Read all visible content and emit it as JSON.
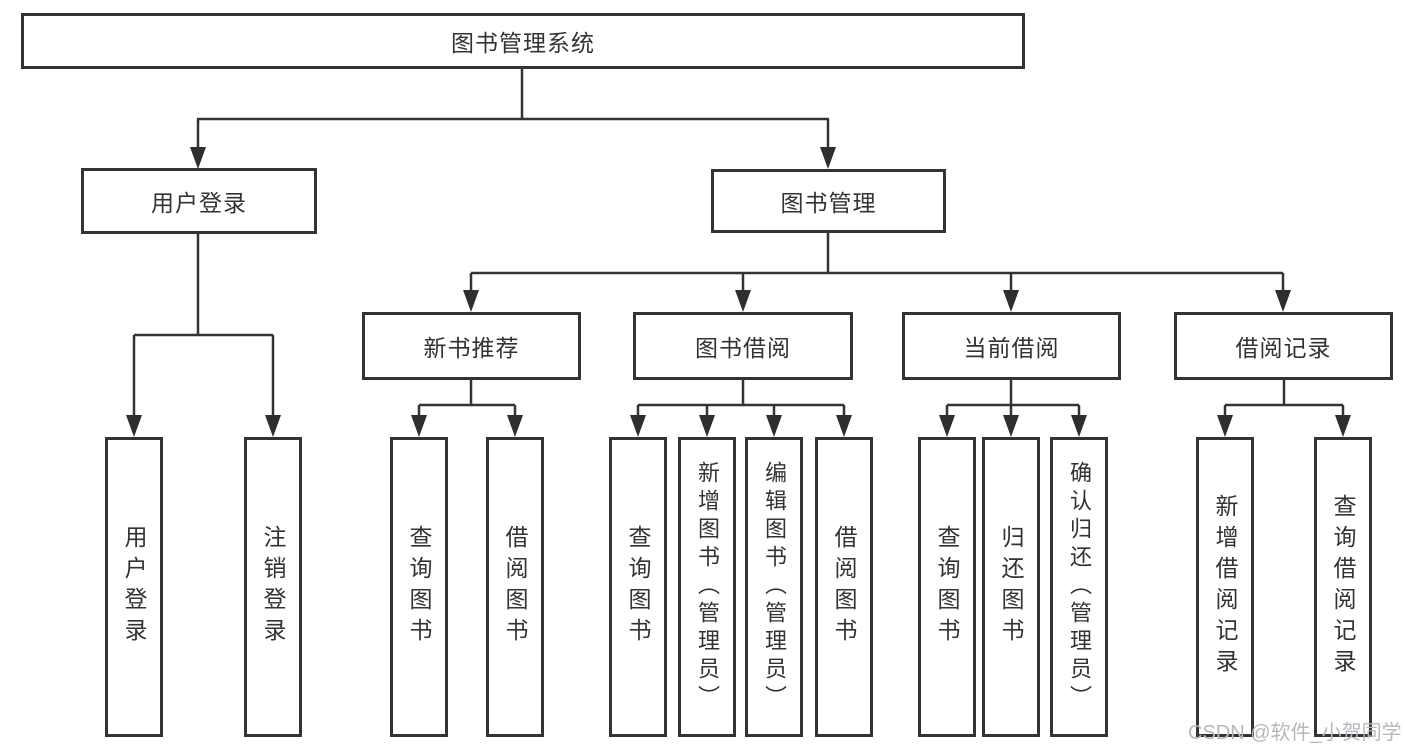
{
  "tree": {
    "root": {
      "label": "图书管理系统",
      "children": [
        {
          "label": "用户登录",
          "children": [
            {
              "label": "用户登录"
            },
            {
              "label": "注销登录"
            }
          ]
        },
        {
          "label": "图书管理",
          "children": [
            {
              "label": "新书推荐",
              "children": [
                {
                  "label": "查询图书"
                },
                {
                  "label": "借阅图书"
                }
              ]
            },
            {
              "label": "图书借阅",
              "children": [
                {
                  "label": "查询图书"
                },
                {
                  "label": "新增图书（管理员）"
                },
                {
                  "label": "编辑图书（管理员）"
                },
                {
                  "label": "借阅图书"
                }
              ]
            },
            {
              "label": "当前借阅",
              "children": [
                {
                  "label": "查询图书"
                },
                {
                  "label": "归还图书"
                },
                {
                  "label": "确认归还（管理员）"
                }
              ]
            },
            {
              "label": "借阅记录",
              "children": [
                {
                  "label": "新增借阅记录"
                },
                {
                  "label": "查询借阅记录"
                }
              ]
            }
          ]
        }
      ]
    }
  },
  "watermark": {
    "text": "CSDN @软件_小贺同学"
  },
  "colors": {
    "line": "#333333",
    "box_border": "#333333",
    "text": "#333333",
    "watermark": "#b4b8bf",
    "background": "#ffffff"
  }
}
